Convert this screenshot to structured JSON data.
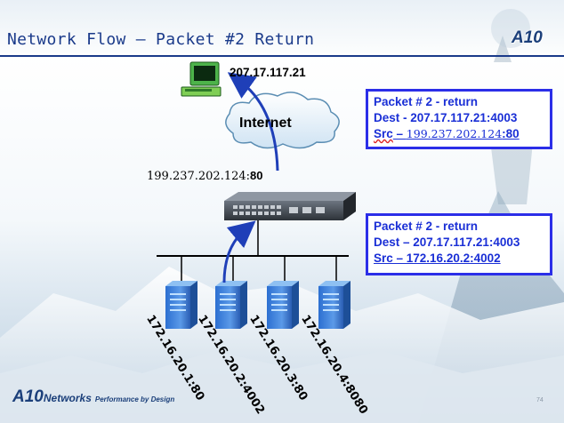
{
  "slide": {
    "title": "Network Flow – Packet #2 Return",
    "logo_top": "A10",
    "page_number": "74"
  },
  "diagram": {
    "host_ip": "207.17.117.21",
    "cloud_label": "Internet",
    "public_ip_prefix": "199.237.202.124:",
    "public_ip_port": "80",
    "servers": [
      {
        "label": "172.16.20.1:80"
      },
      {
        "label": "172.16.20.2:4002"
      },
      {
        "label": "172.16.20.3:80"
      },
      {
        "label": "172.16.20.4:8080"
      }
    ]
  },
  "box_return_public": {
    "line1": "Packet # 2 - return",
    "dest_label": "Dest",
    "dest_value": " - 207.17.117.21:4003",
    "src_label": "Src",
    "src_dash": " – ",
    "src_ip": "199.237.202.124",
    "src_port": ":80"
  },
  "box_return_internal": {
    "line1": "Packet # 2 - return",
    "line2": "Dest – 207.17.117.21:4003",
    "line3": "Src – 172.16.20.2:4002"
  },
  "footer": {
    "logo_a10": "A10",
    "logo_networks": "Networks",
    "tagline": "Performance by Design"
  },
  "colors": {
    "title": "#1a3a8a",
    "box_border": "#2b2ee8",
    "box_text": "#1a2fd6",
    "arrow": "#1f3fb8"
  }
}
